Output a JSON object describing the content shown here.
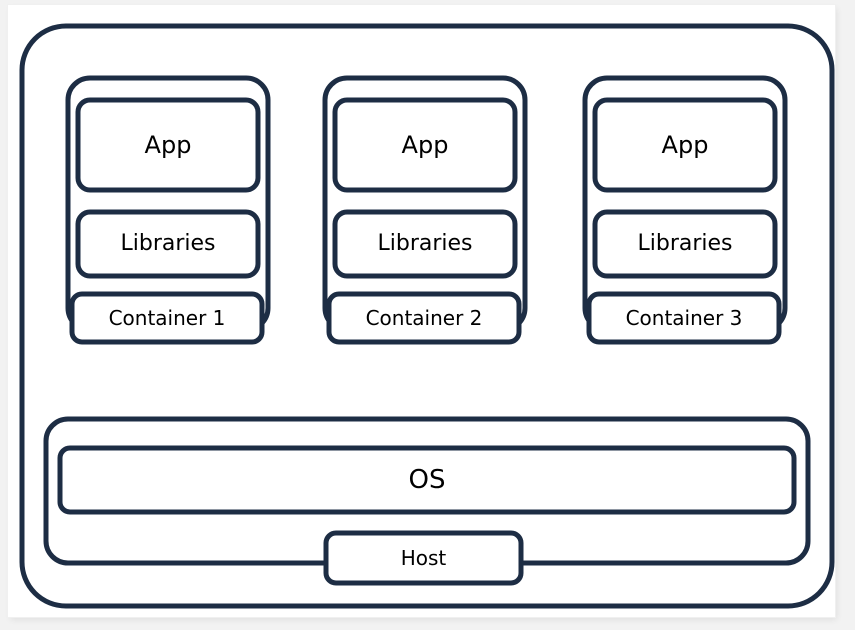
{
  "diagram": {
    "title": "Container architecture diagram",
    "type": "block-diagram",
    "stroke_color": "#1d2d44",
    "fill_color": "#ffffff",
    "text_color": "#000000",
    "page_background": "#ffffff",
    "canvas_background": "#f2f2f2",
    "stroke_width": 5
  },
  "outer": {
    "name": "outer-boundary"
  },
  "containers": [
    {
      "app_label": "App",
      "libraries_label": "Libraries",
      "container_label": "Container 1"
    },
    {
      "app_label": "App",
      "libraries_label": "Libraries",
      "container_label": "Container 2"
    },
    {
      "app_label": "App",
      "libraries_label": "Libraries",
      "container_label": "Container 3"
    }
  ],
  "host_section": {
    "os_label": "OS",
    "host_label": "Host"
  }
}
